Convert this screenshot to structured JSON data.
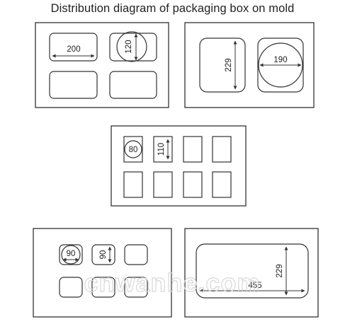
{
  "title": "Distribution diagram of packaging box on mold",
  "panel_1": {
    "width_label": "200",
    "height_label": "120"
  },
  "panel_2": {
    "height_label": "229",
    "diameter_label": "190"
  },
  "panel_3": {
    "diameter_label": "80",
    "height_label": "110"
  },
  "panel_4": {
    "diameter_label": "90",
    "height_label": "90"
  },
  "panel_5": {
    "height_label": "229",
    "width_label": "455"
  },
  "watermark": "cnwanhe.com",
  "colors": {
    "line": "#333333",
    "watermark": "#d8d8d8",
    "background": "#ffffff"
  }
}
